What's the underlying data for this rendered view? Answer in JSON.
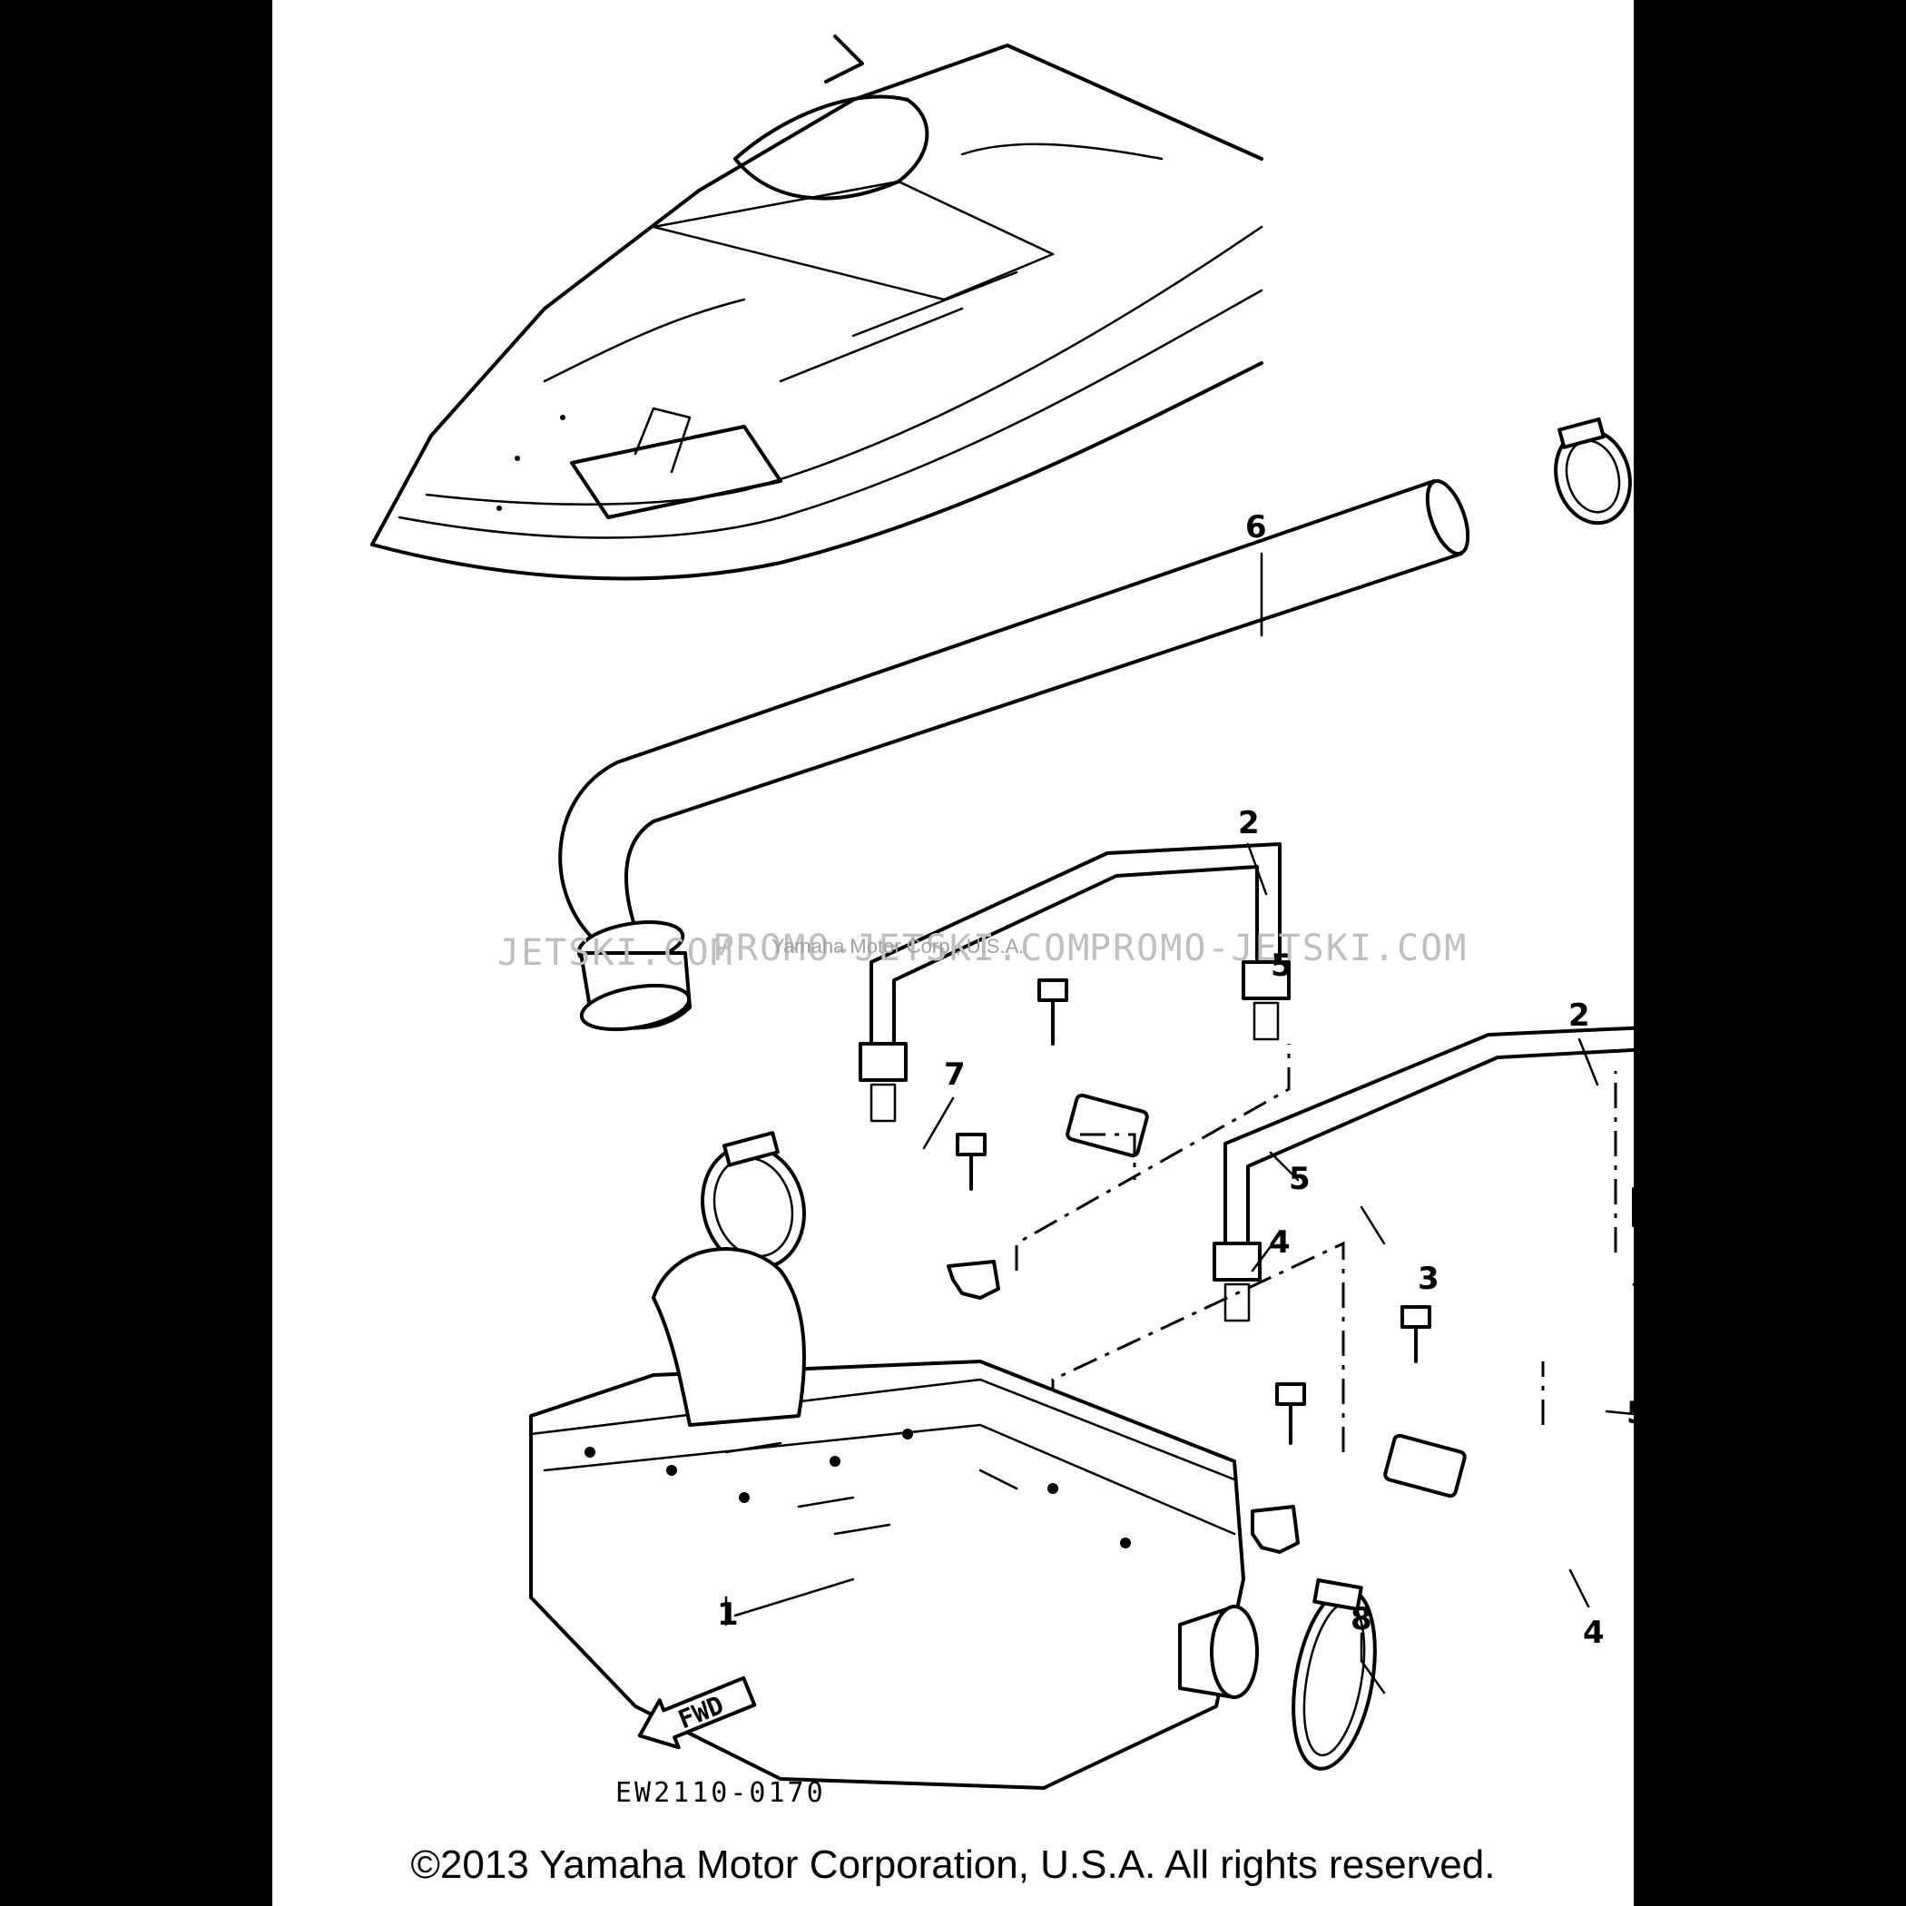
{
  "diagram": {
    "part_callouts": {
      "muffler": "1",
      "band_left": "2",
      "band_right": "2",
      "damper_left": "3",
      "damper_right": "3",
      "clamp_left": "4",
      "clamp_right": "4",
      "bolt_left_top": "5",
      "bolt_left_mid": "5",
      "bolt_right_top": "5",
      "bolt_right_mid": "5",
      "hose": "6",
      "hose_clamp_top": "7",
      "hose_clamp_mid": "7",
      "outlet_clamp": "8"
    },
    "direction_label": "FWD",
    "diagram_code": "EW2110-0170"
  },
  "watermark": {
    "left_text": "JETSKI.COM",
    "center_text": "PROMO-JETSKI.COM",
    "right_text": "PROMO-JETSKI.COM",
    "overlay_text": "Yamaha Motor Corp., U.S.A."
  },
  "footer": {
    "copyright": "©2013 Yamaha Motor Corporation, U.S.A. All rights reserved."
  }
}
